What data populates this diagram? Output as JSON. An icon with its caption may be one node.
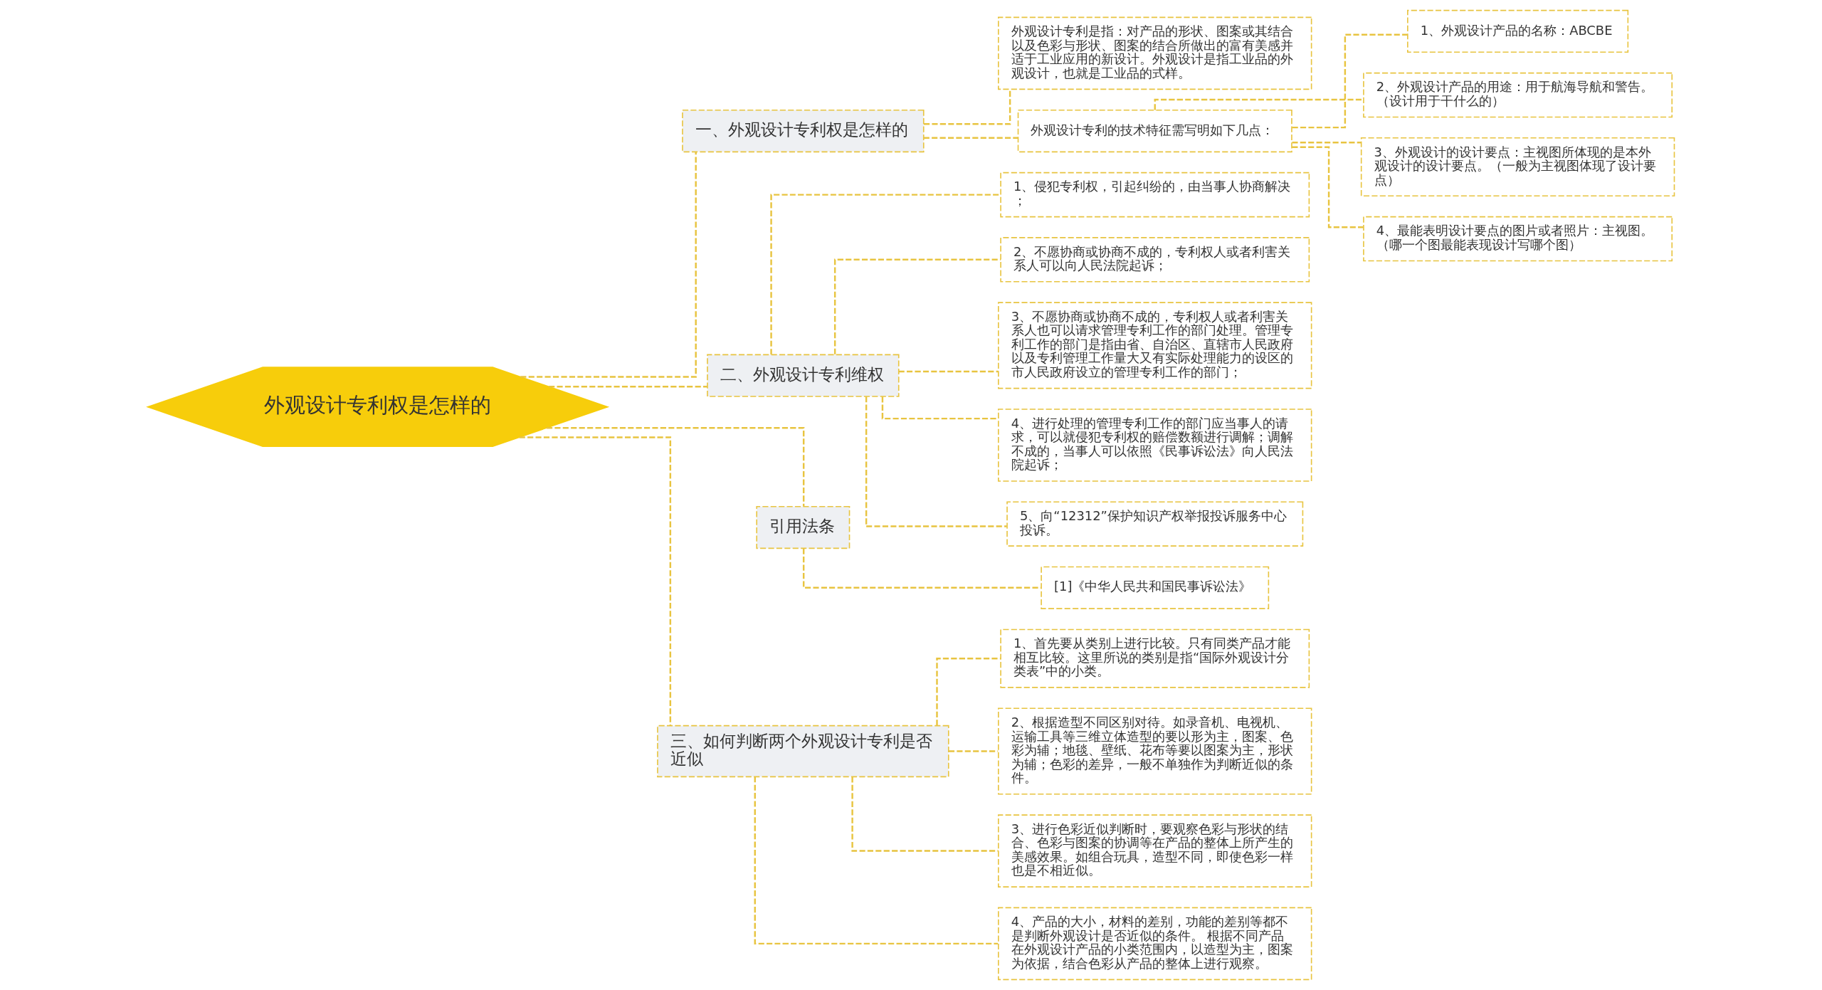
{
  "diagram": {
    "nodes": [
      {
        "text": [
          "外观设计专利权是怎样的"
        ]
      },
      {
        "text": [
          "一、外观设计专利权是怎样的"
        ]
      },
      {
        "text": [
          "外观设计专利是指：对产品的形状、图案或其结合以及色彩与形状、图案的结合所做出的富有美感并适于工业应用的新设计。外观设计是指工业品的外观设计，也就是工业品的式样。"
        ]
      },
      {
        "text": [
          "外观设计专利的技术特征需写明如下几点："
        ]
      },
      {
        "text": [
          "1、外观设计产品的名称：ABCBE"
        ]
      },
      {
        "text": [
          "2、外观设计产品的用途：用于航海导航和警告。（设计用于干什么的）"
        ]
      },
      {
        "text": [
          "3、外观设计的设计要点：主视图所体现的是本外观设计的设计要点。（一般为主视图体现了设计要点）"
        ]
      },
      {
        "text": [
          "4、最能表明设计要点的图片或者照片：主视图。（哪一个图最能表现设计写哪个图）"
        ]
      },
      {
        "text": [
          "二、外观设计专利维权"
        ]
      },
      {
        "text": [
          "1、侵犯专利权，引起纠纷的，由当事人协商解决；"
        ]
      },
      {
        "text": [
          "2、不愿协商或协商不成的，专利权人或者利害关系人可以向人民法院起诉；"
        ]
      },
      {
        "text": [
          "3、不愿协商或协商不成的，专利权人或者利害关系人也可以请求管理专利工作的部门处理。管理专利工作的部门是指由省、自治区、直辖市人民政府以及专利管理工作量大又有实际处理能力的设区的市人民政府设立的管理专利工作的部门；"
        ]
      },
      {
        "text": [
          "4、进行处理的管理专利工作的部门应当事人的请求，可以就侵犯专利权的赔偿数额进行调解；调解不成的，当事人可以依照《民事诉讼法》向人民法院起诉；"
        ]
      },
      {
        "text": [
          "5、向“12312”保护知识产权举报投诉服务中心投诉。"
        ]
      },
      {
        "text": [
          "引用法条"
        ]
      },
      {
        "text": [
          "[1]《中华人民共和国民事诉讼法》"
        ]
      },
      {
        "text": [
          "三、如何判断两个外观设计专利是否近似"
        ]
      },
      {
        "text": [
          "1、首先要从类别上进行比较。只有同类产品才能相互比较。这里所说的类别是指“国际外观设计分类表”中的小类。"
        ]
      },
      {
        "text": [
          "2、根据造型不同区别对待。如录音机、电视机、运输工具等三维立体造型的要以形为主，图案、色彩为辅；地毯、壁纸、花布等要以图案为主，形状为辅；色彩的差异，一般不单独作为判断近似的条件。"
        ]
      },
      {
        "text": [
          "3、进行色彩近似判断时，要观察色彩与形状的结合、色彩与图案的协调等在产品的整体上所产生的美感效果。如组合玩具，造型不同，即使色彩一样也是不相近似。"
        ]
      },
      {
        "text": [
          "4、产品的大小，材料的差别，功能的差别等都不是判断外观设计是否近似的条件。 根据不同产品在外观设计产品的小类范围内，以造型为主，图案为依据，结合色彩从产品的整体上进行观察。"
        ]
      }
    ],
    "edges": [
      {
        "from": 0,
        "to": 1,
        "arrow": "none"
      },
      {
        "from": 1,
        "to": 2,
        "arrow": "none"
      },
      {
        "from": 1,
        "to": 3,
        "arrow": "none"
      },
      {
        "from": 3,
        "to": 4,
        "arrow": "none"
      },
      {
        "from": 3,
        "to": 5,
        "arrow": "none"
      },
      {
        "from": 3,
        "to": 6,
        "arrow": "none"
      },
      {
        "from": 3,
        "to": 7,
        "arrow": "none"
      },
      {
        "from": 0,
        "to": 8,
        "arrow": "none"
      },
      {
        "from": 8,
        "to": 9,
        "arrow": "none"
      },
      {
        "from": 8,
        "to": 10,
        "arrow": "none"
      },
      {
        "from": 8,
        "to": 11,
        "arrow": "none"
      },
      {
        "from": 8,
        "to": 12,
        "arrow": "none"
      },
      {
        "from": 8,
        "to": 13,
        "arrow": "none"
      },
      {
        "from": 0,
        "to": 14,
        "arrow": "none"
      },
      {
        "from": 14,
        "to": 15,
        "arrow": "none"
      },
      {
        "from": 0,
        "to": 16,
        "arrow": "none"
      },
      {
        "from": 16,
        "to": 17,
        "arrow": "none"
      },
      {
        "from": 16,
        "to": 18,
        "arrow": "none"
      },
      {
        "from": 16,
        "to": 19,
        "arrow": "none"
      },
      {
        "from": 16,
        "to": 20,
        "arrow": "none"
      }
    ]
  }
}
